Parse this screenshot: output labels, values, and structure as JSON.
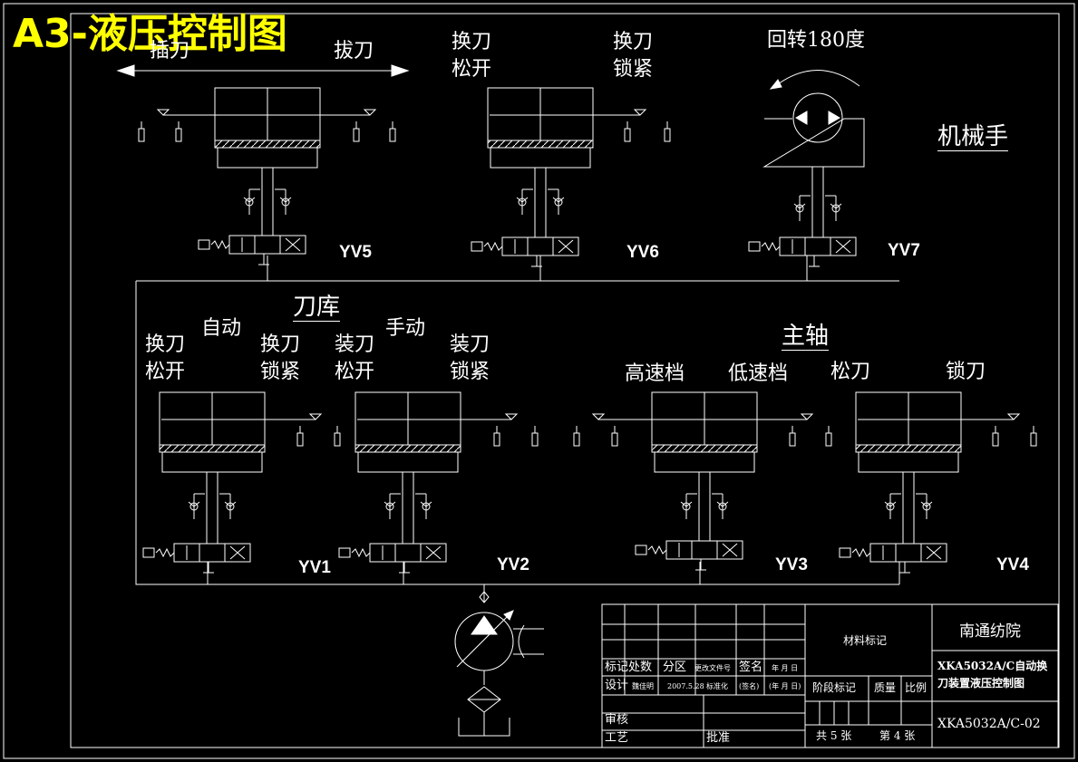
{
  "title": "A3-液压控制图",
  "top_labels": {
    "insert": "插刀",
    "pull": "拔刀",
    "swap_release": [
      "换刀",
      "松开"
    ],
    "swap_lock": [
      "换刀",
      "锁紧"
    ],
    "rotate": "回转180度",
    "manipulator": "机械手"
  },
  "valves": {
    "yv5": "YV5",
    "yv6": "YV6",
    "yv7": "YV7",
    "yv1": "YV1",
    "yv2": "YV2",
    "yv3": "YV3",
    "yv4": "YV4"
  },
  "magazine": {
    "title": "刀库",
    "auto": "自动",
    "manual": "手动",
    "swap_release": [
      "换刀",
      "松开"
    ],
    "swap_lock": [
      "换刀",
      "锁紧"
    ],
    "load_release": [
      "装刀",
      "松开"
    ],
    "load_lock": [
      "装刀",
      "锁紧"
    ]
  },
  "spindle": {
    "title": "主轴",
    "high_gear": "高速档",
    "low_gear": "低速档",
    "loosen": "松刀",
    "lock": "锁刀"
  },
  "title_block": {
    "material": "材料标记",
    "school": "南通纺院",
    "drawing_title": [
      "XKA5032A/C自动换",
      "刀装置液压控制图"
    ],
    "drawing_no": "XKA5032A/C-02",
    "r1": [
      "标记",
      "处数",
      "分区",
      "更改文件号",
      "签名",
      "年 月 日"
    ],
    "r2": [
      "设计",
      "魏佳明",
      "2007.5.28",
      "标准化",
      "(签名)",
      "(年 月 日)"
    ],
    "stage": "阶段标记",
    "mass": "质量",
    "scale": "比例",
    "review": "审核",
    "process": "工艺",
    "approve": "批准",
    "total": "共 5 张",
    "sheet": "第 4 张"
  }
}
